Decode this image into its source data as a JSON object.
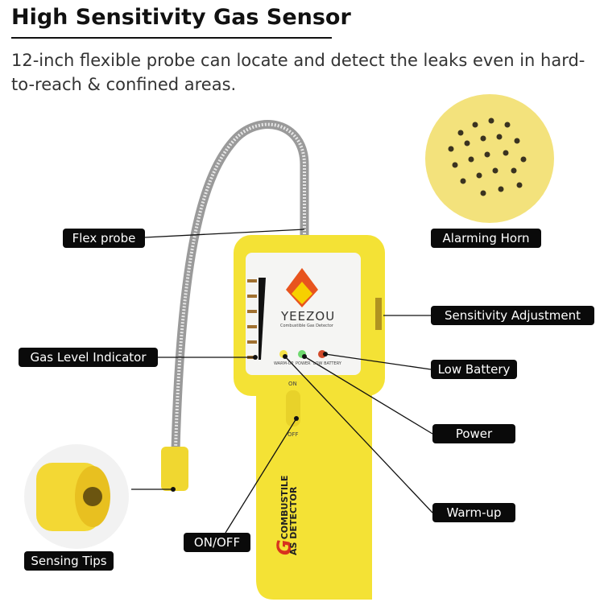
{
  "header": {
    "title": "High Sensitivity Gas Sensor",
    "subtitle": "12-inch flexible probe can locate and detect the leaks even in hard-to-reach & confined areas."
  },
  "callouts": {
    "flex_probe": "Flex probe",
    "alarming_horn": "Alarming Horn",
    "sensitivity_adjustment": "Sensitivity Adjustment",
    "gas_level_indicator": "Gas Level Indicator",
    "low_battery": "Low Battery",
    "power": "Power",
    "warm_up": "Warm-up",
    "on_off": "ON/OFF",
    "sensing_tips": "Sensing Tips"
  },
  "device": {
    "brand": "YEEZOU",
    "brand_tagline": "Combustible Gas Detector",
    "led_labels": [
      "WARM-UP",
      "POWER",
      "LOW BATTERY"
    ],
    "switch_on": "ON",
    "switch_off": "OFF",
    "handle_text_1": "COMBUSTILE",
    "handle_text_2": "AS DETECTOR",
    "handle_initial": "G"
  },
  "colors": {
    "body": "#f4e235",
    "label_bg": "#0a0a0a",
    "flame": "#e8541e"
  }
}
